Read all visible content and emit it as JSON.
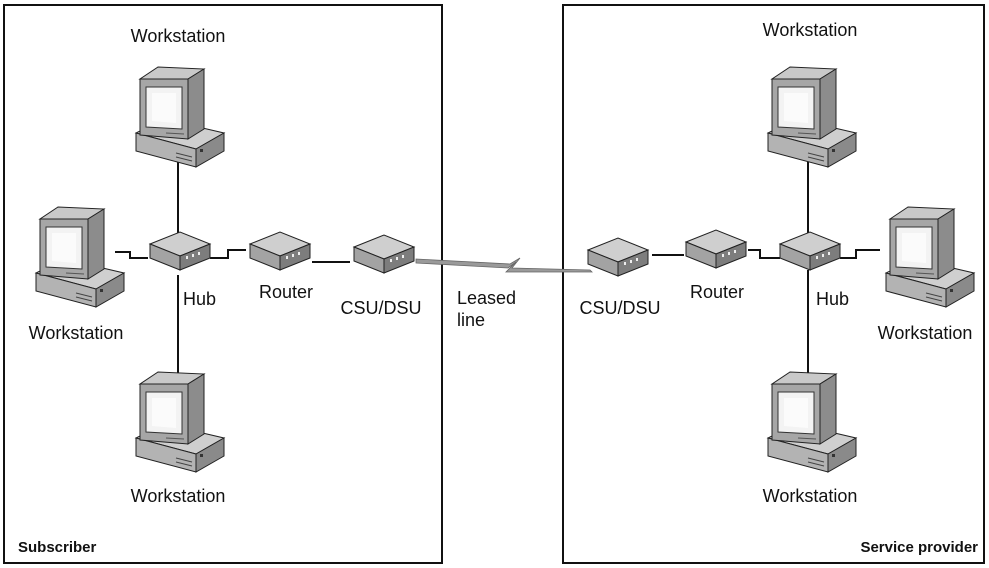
{
  "networks": {
    "subscriber": {
      "name": "Subscriber",
      "workstation_top": "Workstation",
      "workstation_left": "Workstation",
      "workstation_bottom": "Workstation",
      "hub": "Hub",
      "router": "Router",
      "csu_dsu": "CSU/DSU"
    },
    "provider": {
      "name": "Service provider",
      "workstation_top": "Workstation",
      "workstation_right": "Workstation",
      "workstation_bottom": "Workstation",
      "hub": "Hub",
      "router": "Router",
      "csu_dsu": "CSU/DSU"
    }
  },
  "link": {
    "line1": "Leased",
    "line2": "line"
  },
  "colors": {
    "device_light": "#d4d4d4",
    "device_mid": "#a9a9a9",
    "device_dark": "#7a7a7a",
    "screen": "#f2f2f2",
    "border": "#1a1a1a"
  }
}
